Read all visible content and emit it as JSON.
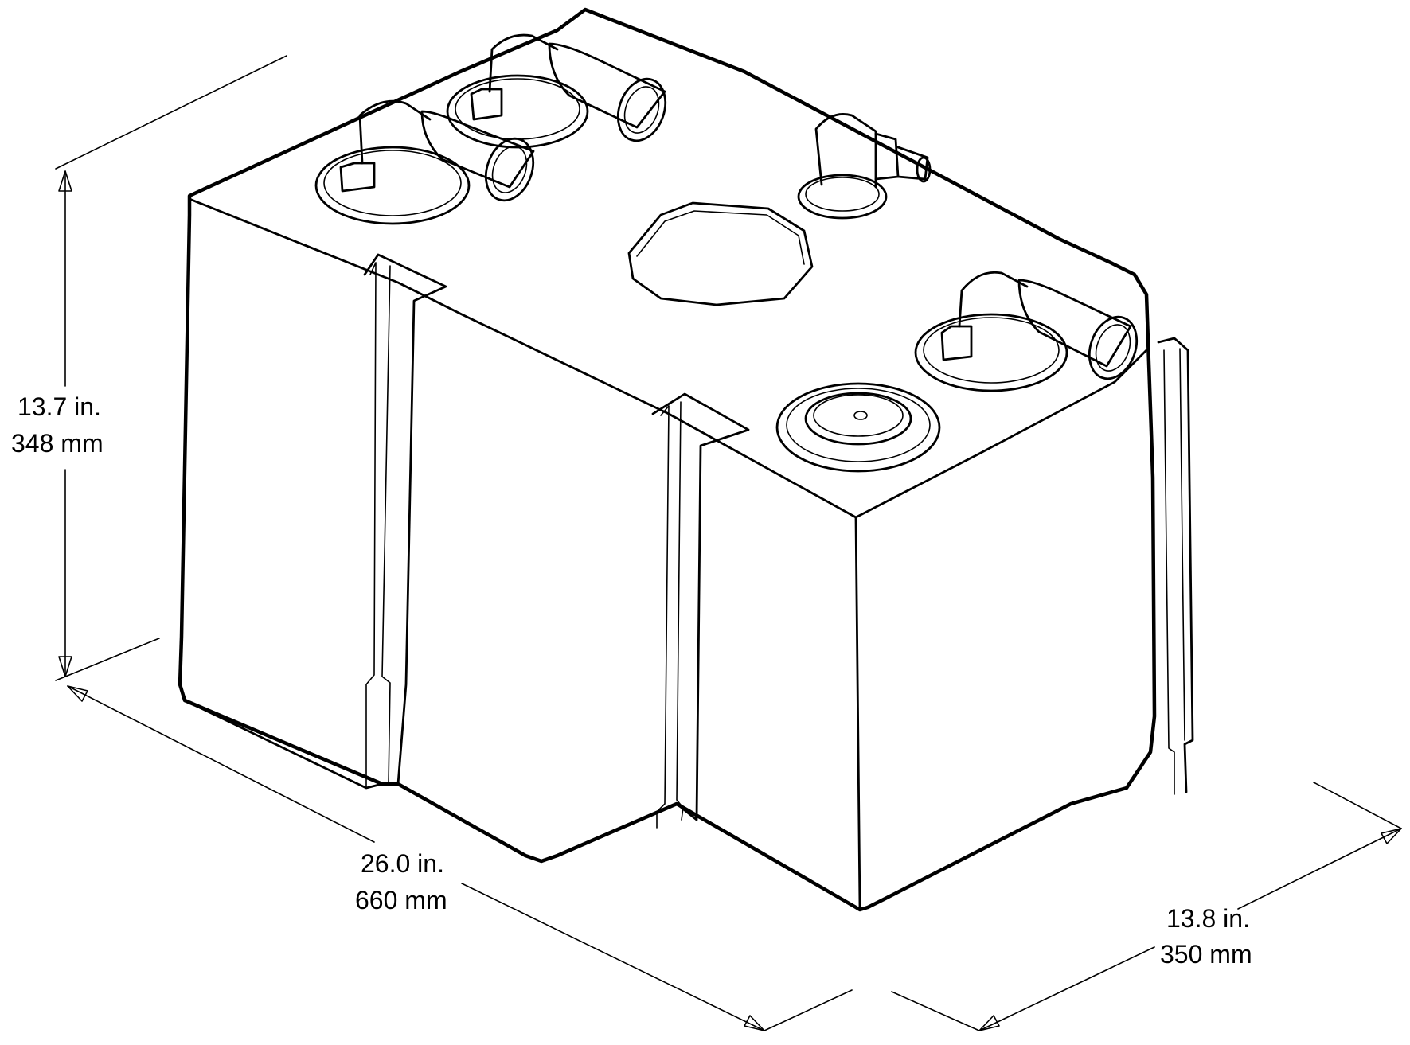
{
  "dimensions": {
    "height": {
      "imperial": "13.7 in.",
      "metric": "348 mm"
    },
    "length": {
      "imperial": "26.0 in.",
      "metric": "660 mm"
    },
    "width": {
      "imperial": "13.8 in.",
      "metric": "350 mm"
    }
  },
  "colors": {
    "line": "#000000",
    "background": "#ffffff"
  }
}
